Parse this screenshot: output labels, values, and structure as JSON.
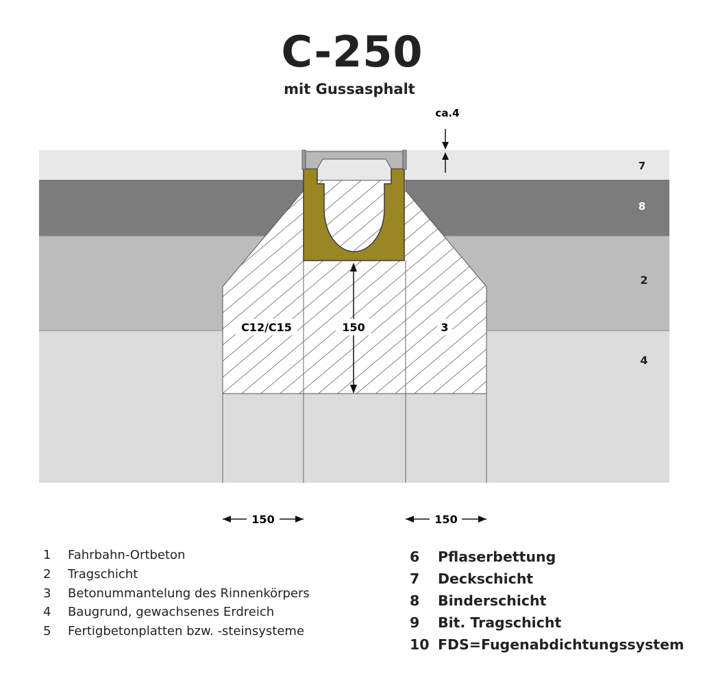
{
  "header": {
    "title": "C-250",
    "subtitle": "mit Gussasphalt"
  },
  "dimensions": {
    "surface_gap": "ca.4",
    "concrete_depth": "150",
    "side_left": "150",
    "side_right": "150"
  },
  "labels": {
    "concrete_grade": "C12/C15",
    "encasement_number": "3"
  },
  "layer_numbers": [
    "7",
    "8",
    "2",
    "4"
  ],
  "colors": {
    "deckschicht": "#e8e8e8",
    "binderschicht": "#7c7c7c",
    "tragschicht": "#bcbcbc",
    "baugrund": "#dcdcdc",
    "channel": "#9a8724",
    "hatch": "#444444"
  },
  "legend_left": [
    {
      "num": "1",
      "text": "Fahrbahn-Ortbeton"
    },
    {
      "num": "2",
      "text": "Tragschicht"
    },
    {
      "num": "3",
      "text": "Betonummantelung des Rinnenkörpers"
    },
    {
      "num": "4",
      "text": "Baugrund, gewachsenes Erdreich"
    },
    {
      "num": "5",
      "text": "Fertigbetonplatten bzw. -steinsysteme"
    }
  ],
  "legend_right": [
    {
      "num": "6",
      "text": "Pflaserbettung"
    },
    {
      "num": "7",
      "text": "Deckschicht"
    },
    {
      "num": "8",
      "text": "Binderschicht"
    },
    {
      "num": "9",
      "text": "Bit. Tragschicht"
    },
    {
      "num": "10",
      "text": "FDS=Fugenabdichtungssystem"
    }
  ]
}
